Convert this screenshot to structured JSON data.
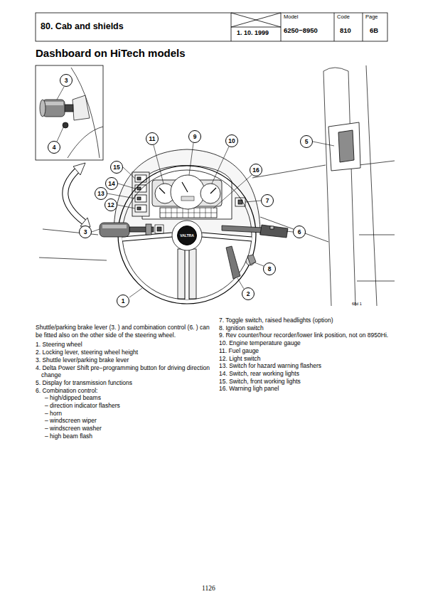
{
  "diagram": {
    "title": "Dashboard on HiTech models",
    "nodes": [
      {
        "text": [
          "3"
        ]
      },
      {
        "text": [
          "11"
        ]
      },
      {
        "text": [
          "9"
        ]
      },
      {
        "text": [
          "10"
        ]
      },
      {
        "text": [
          "5"
        ]
      },
      {
        "text": [
          "4"
        ]
      },
      {
        "text": [
          "15"
        ]
      },
      {
        "text": [
          "16"
        ]
      },
      {
        "text": [
          "14"
        ]
      },
      {
        "text": [
          "13"
        ]
      },
      {
        "text": [
          "7"
        ]
      },
      {
        "text": [
          "12"
        ]
      },
      {
        "text": [
          "3"
        ]
      },
      {
        "text": [
          "6"
        ]
      },
      {
        "text": [
          "VALTRA"
        ]
      },
      {
        "text": [
          "8"
        ]
      },
      {
        "text": [
          "2"
        ]
      },
      {
        "text": [
          "1"
        ]
      }
    ],
    "labels": [
      "80. Cab and shields",
      "1. 10. 1999",
      "Model",
      "6250−8950",
      "Code",
      "810",
      "Page",
      "6B",
      "68d 1",
      "Shuttle/parking brake lever (3. ) and combination control (6. ) can be fitted also on the other side of the steering wheel.",
      "1. Steering wheel",
      "2. Locking lever, steering wheel height",
      "3. Shuttle lever/parking brake lever",
      "4. Delta Power Shift pre−programming button for driving direction change",
      "5. Display for transmission functions",
      "6. Combination control:",
      "– high/dipped beams",
      "– direction indicator flashers",
      "– horn",
      "– windscreen wiper",
      "– windscreen washer",
      "– high beam flash",
      "7. Toggle switch, raised headlights (option)",
      "8. Ignition switch",
      "9. Rev counter/hour recorder/lower link position, not on 8950Hi.",
      "10. Engine temperature gauge",
      "11. Fuel gauge",
      "12. Light switch",
      "13. Switch for hazard warning flashers",
      "14. Switch, rear working lights",
      "15. Switch, front working lights",
      "16. Warning ligh panel",
      "1126"
    ]
  }
}
